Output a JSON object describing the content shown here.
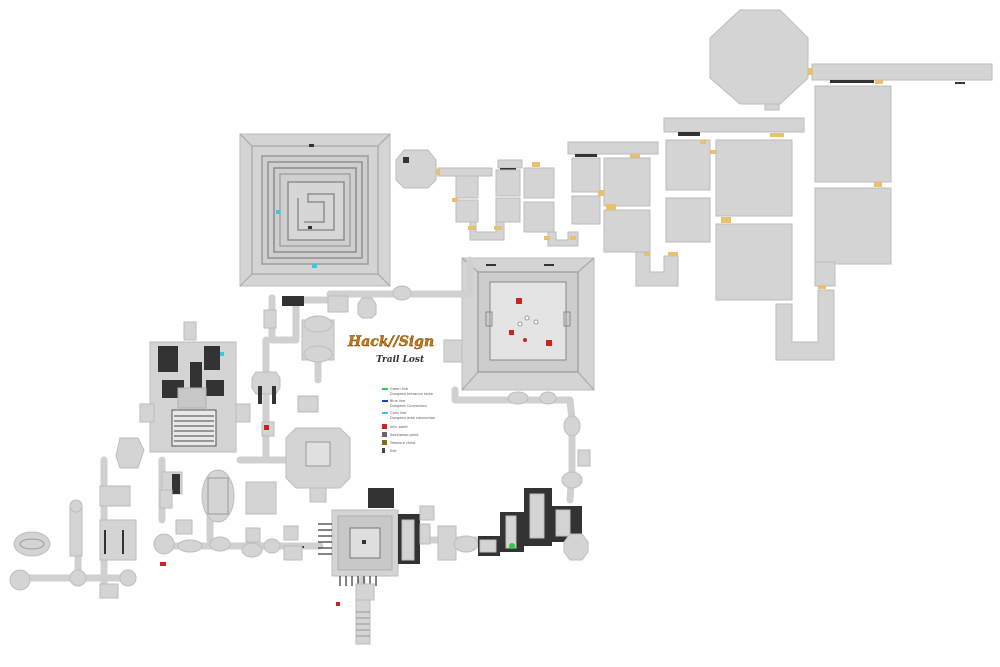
{
  "map": {
    "logo": {
      "title": "Hack//Sign",
      "subtitle": "Trail Lost"
    },
    "legend": {
      "items": [
        {
          "color": "#2ecc40",
          "line1": "Green line",
          "line2": "Dungeon entrance route"
        },
        {
          "color": "#1f3fbf",
          "line1": "Blue line",
          "line2": "Dungeon Connection"
        },
        {
          "color": "#39c6e0",
          "line1": "Cyan line",
          "line2": "Dungeon area connection"
        },
        {
          "color": "#cc2222",
          "line1": "Info. point"
        },
        {
          "color": "#666666",
          "line1": "Save/warp point"
        },
        {
          "color": "#8a6a1a",
          "line1": "Treasure chest"
        },
        {
          "color": "#444444",
          "line1": "Exit"
        }
      ]
    },
    "colors": {
      "room_fill": "#d4d4d4",
      "room_stroke": "#b8b8b8",
      "wall_dark": "#333333",
      "door": "#e8c070",
      "background": "#ffffff"
    }
  }
}
